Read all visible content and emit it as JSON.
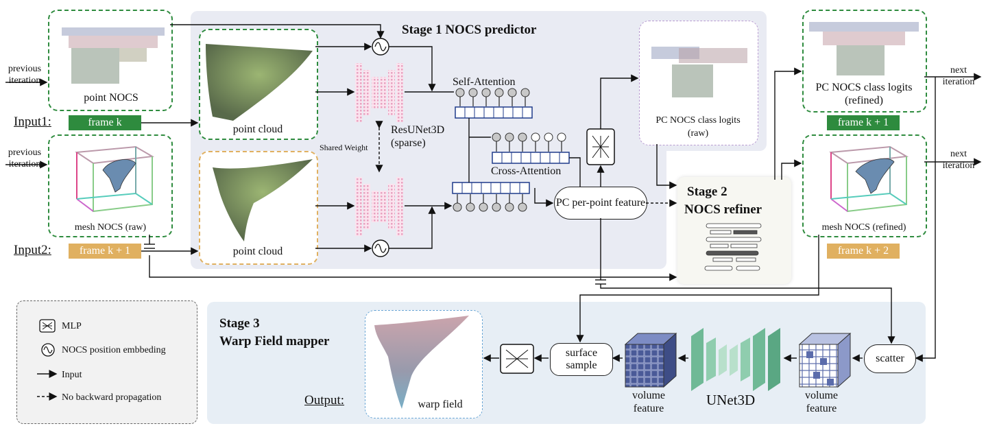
{
  "stage1": {
    "title": "Stage 1 NOCS predictor"
  },
  "stage2": {
    "title_line1": "Stage 2",
    "title_line2": "NOCS refiner"
  },
  "stage3": {
    "title_line1": "Stage 3",
    "title_line2": "Warp Field mapper"
  },
  "inputs": {
    "input1_label": "Input1:",
    "input2_label": "Input2:",
    "frame_k": "frame k",
    "frame_k1": "frame k + 1",
    "frame_k1_out": "frame k + 1",
    "frame_k2": "frame k + 2",
    "previous_iteration_1": "previous iteration",
    "previous_iteration_2": "previous iteration"
  },
  "boxes": {
    "point_nocs": "point NOCS",
    "mesh_nocs_raw": "mesh NOCS (raw)",
    "point_cloud_1": "point cloud",
    "point_cloud_2": "point cloud",
    "resunet": "ResUNet3D (sparse)",
    "shared_weight": "Shared Weight",
    "self_attention": "Self-Attention",
    "cross_attention": "Cross-Attention",
    "pc_class_logits_raw": "PC NOCS class logits (raw)",
    "pc_per_point_feature": "PC per-point feature",
    "pc_class_logits_refined": "PC NOCS class logits (refined)",
    "mesh_nocs_refined": "mesh NOCS (refined)",
    "next_iteration_1": "next iteration",
    "next_iteration_2": "next iteration",
    "surface_sample": "surface sample",
    "volume_feature_1": "volume feature",
    "volume_feature_2": "volume feature",
    "unet3d": "UNet3D",
    "scatter": "scatter",
    "warp_field": "warp field",
    "output_label": "Output:"
  },
  "legend": {
    "mlp": "MLP",
    "embedding": "NOCS position embbeding",
    "input": "Input",
    "no_backward": "No backward propagation"
  },
  "colors": {
    "green": "#2e8b3e",
    "orange": "#e0b060",
    "purple": "#b79bd1",
    "blue_dashed": "#6aa6d6",
    "stage_bg": "#e9ebf3",
    "stage3_bg": "#e7eef5",
    "attention_blue": "#1e3a8a",
    "unet_pink": "#e8a2c0",
    "unet3d_green": "#7fc9a4",
    "volume_blue": "#5b6cab"
  }
}
